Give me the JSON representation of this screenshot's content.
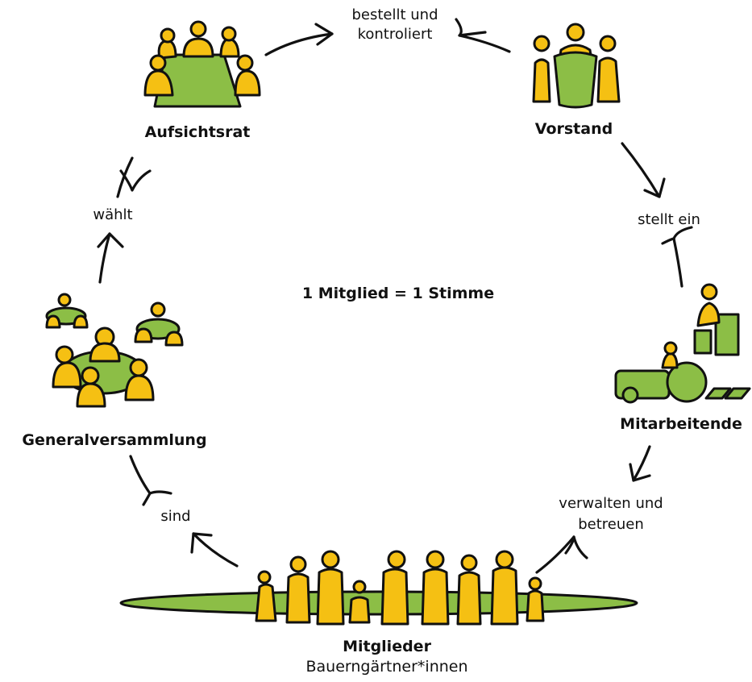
{
  "center_label": "1 Mitglied = 1 Stimme",
  "nodes": {
    "aufsichtsrat": "Aufsichtsrat",
    "vorstand": "Vorstand",
    "mitarbeitende": "Mitarbeitende",
    "mitglieder": "Mitglieder",
    "mitglieder_sub": "Bauerngärtner*innen",
    "generalversammlung": "Generalversammlung"
  },
  "edges": {
    "top_line1": "bestellt und",
    "top_line2": "kontroliert",
    "right_top": "stellt ein",
    "right_bottom_line1": "verwalten und",
    "right_bottom_line2": "betreuen",
    "left_bottom": "sind",
    "left_top": "wählt"
  },
  "colors": {
    "yellow": "#f5c013",
    "green": "#8cbe46",
    "ink": "#111111"
  }
}
